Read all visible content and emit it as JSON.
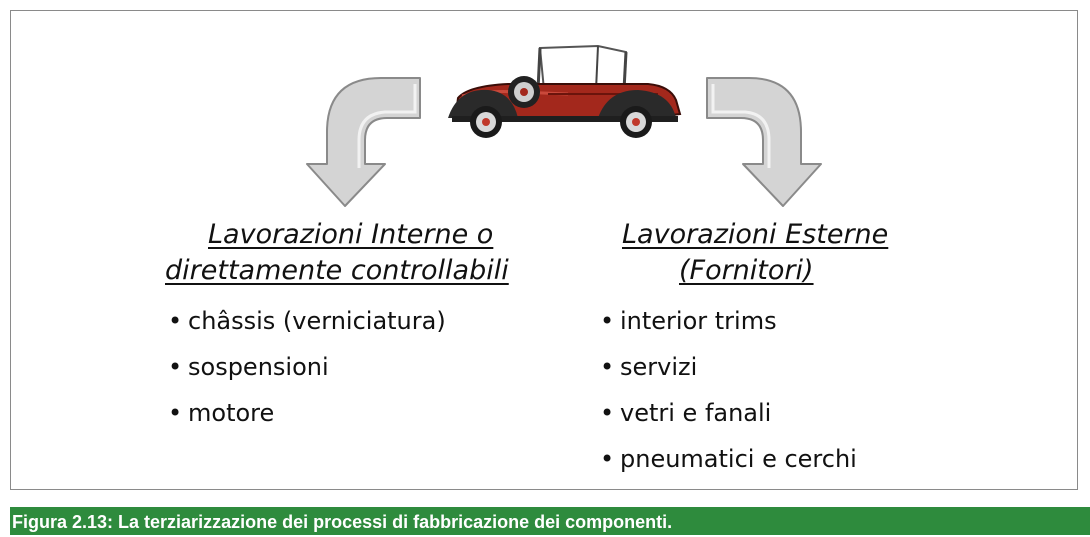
{
  "diagram": {
    "left_column": {
      "heading_line1": "Lavorazioni Interne o",
      "heading_line2": "direttamente controllabili",
      "items": [
        "châssis (verniciatura)",
        "sospensioni",
        "motore"
      ]
    },
    "right_column": {
      "heading_line1": "Lavorazioni Esterne",
      "heading_line2": "(Fornitori)",
      "items": [
        "interior trims",
        "servizi",
        "vetri e fanali",
        "pneumatici e cerchi"
      ]
    },
    "bullet_symbol": "•",
    "icons": {
      "car": "vintage-car-icon",
      "left_arrow": "curved-arrow-down-left-icon",
      "right_arrow": "curved-arrow-down-right-icon"
    },
    "colors": {
      "car_body": "#a3281c",
      "arrow_fill": "#d4d4d4",
      "caption_bg": "#2e8b3d"
    }
  },
  "caption": "Figura 2.13: La terziarizzazione dei processi di fabbricazione dei componenti."
}
